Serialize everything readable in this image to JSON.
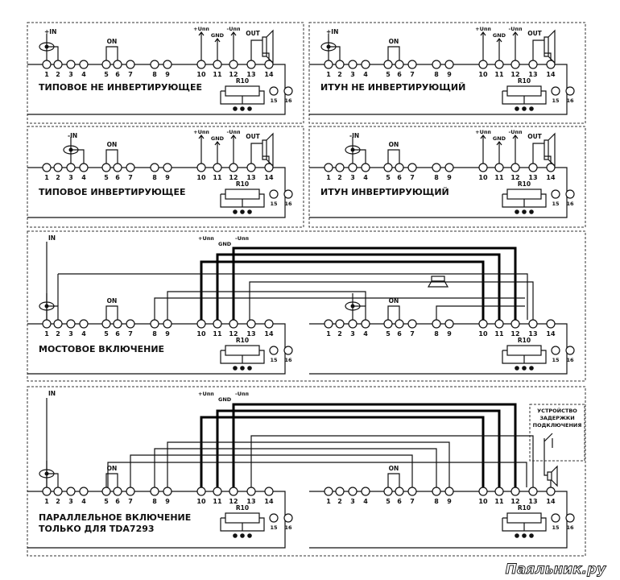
{
  "panels": {
    "p1": {
      "title": "ТИПОВОЕ НЕ ИНВЕРТИРУЮЩЕЕ",
      "input": "+IN"
    },
    "p2": {
      "title": "ИТУН НЕ ИНВЕРТИРУЮЩИЙ",
      "input": "+IN"
    },
    "p3": {
      "title": "ТИПОВОЕ ИНВЕРТИРУЮЩЕЕ",
      "input": "-IN"
    },
    "p4": {
      "title": "ИТУН ИНВЕРТИРУЮЩИЙ",
      "input": "-IN"
    },
    "p5": {
      "title": "МОСТОВОЕ ВКЛЮЧЕНИЕ",
      "input": "IN"
    },
    "p6": {
      "title_line1": "ПАРАЛЛЕЛЬНОЕ ВКЛЮЧЕНИЕ",
      "title_line2": "ТОЛЬКО ДЛЯ TDA7293",
      "input": "IN"
    }
  },
  "labels": {
    "on": "ON",
    "vplus": "+Uпп",
    "gnd": "GND",
    "vminus": "-Uпп",
    "out": "OUT",
    "resistor": "R10",
    "pin15": "15",
    "pin16": "16"
  },
  "pins": [
    "1",
    "2",
    "3",
    "4",
    "5",
    "6",
    "7",
    "8",
    "9",
    "10",
    "11",
    "12",
    "13",
    "14"
  ],
  "delay_device": [
    "УСТРОЙСТВО",
    "ЗАДЕРЖКИ",
    "ПОДКЛЮЧЕНИЯ"
  ],
  "watermark": "Паяльник.ру"
}
